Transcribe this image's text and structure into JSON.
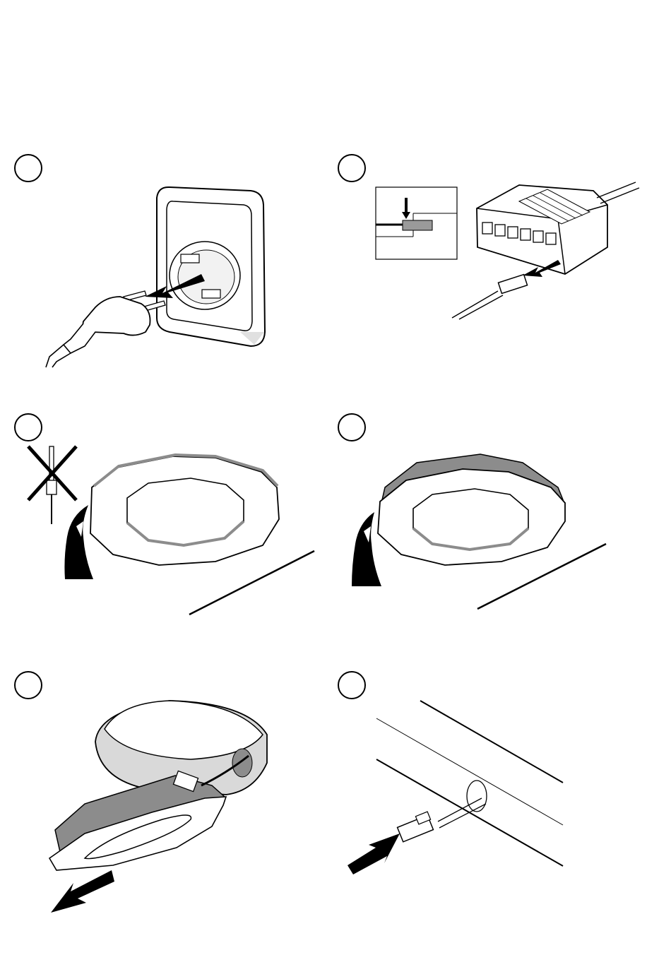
{
  "document": {
    "type": "installation-instructions",
    "steps": [
      {
        "number": "",
        "illustration": "unplug-power-plug-from-socket"
      },
      {
        "number": "",
        "illustration": "disconnect-connector-from-distributor"
      },
      {
        "number": "",
        "illustration": "no-screwdriver-remove-ring-by-hand"
      },
      {
        "number": "",
        "illustration": "lift-light-ring-by-hand"
      },
      {
        "number": "",
        "illustration": "pull-light-out-of-cutout"
      },
      {
        "number": "",
        "illustration": "push-connector-through-hole"
      }
    ]
  },
  "icons": [
    "arrow-icon",
    "prohibited-cross-icon",
    "screwdriver-icon",
    "hand-icon"
  ],
  "colors": {
    "line": "#000000",
    "fill_gray": "#d9d9d9",
    "fill_dark": "#8c8c8c",
    "background": "#ffffff"
  }
}
